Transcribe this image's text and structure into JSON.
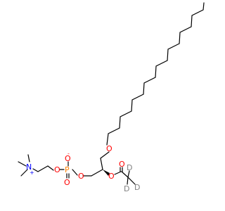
{
  "molecule": {
    "atoms": {
      "ether_oxygen": "O",
      "ester_oxygen": "O",
      "carbonyl_oxygen": "O",
      "phosphate_ester_oxygen_1": "O",
      "phosphate_ester_oxygen_2": "O",
      "phosphate_anion_oxygen": "O",
      "phosphate_double_oxygen": "O",
      "phosphorus": "P",
      "nitrogen": "N",
      "deuterium_1": "D",
      "deuterium_2": "D",
      "deuterium_3": "D"
    },
    "charges": {
      "anion": "-",
      "cation": "+"
    },
    "colors": {
      "bond": "#000000",
      "oxygen": "#ff0000",
      "phosphorus": "#ff8000",
      "nitrogen": "#0000ff",
      "carbon": "#000000",
      "deuterium": "#808080"
    }
  }
}
